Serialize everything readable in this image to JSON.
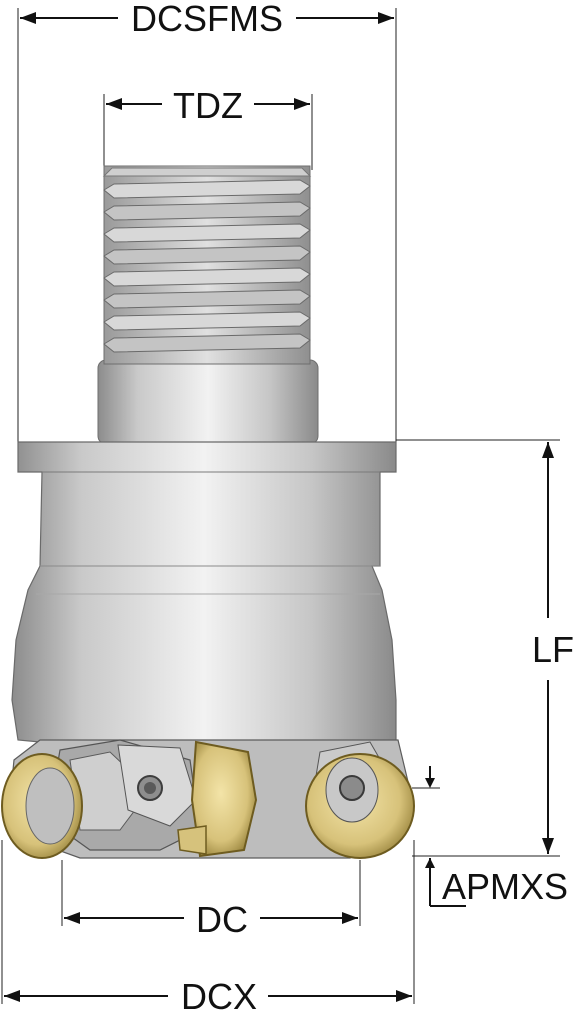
{
  "labels": {
    "dcsfms": "DCSFMS",
    "tdz": "TDZ",
    "lf": "LF",
    "apmxs": "APMXS",
    "dc": "DC",
    "dcx": "DCX"
  },
  "colors": {
    "steel_light": "#e6e6e6",
    "steel_mid": "#b9b9b9",
    "steel_dark": "#7a7a7a",
    "insert_gold": "#d8c37a",
    "insert_dark": "#7d6a2b",
    "dimension_line": "#111111"
  }
}
